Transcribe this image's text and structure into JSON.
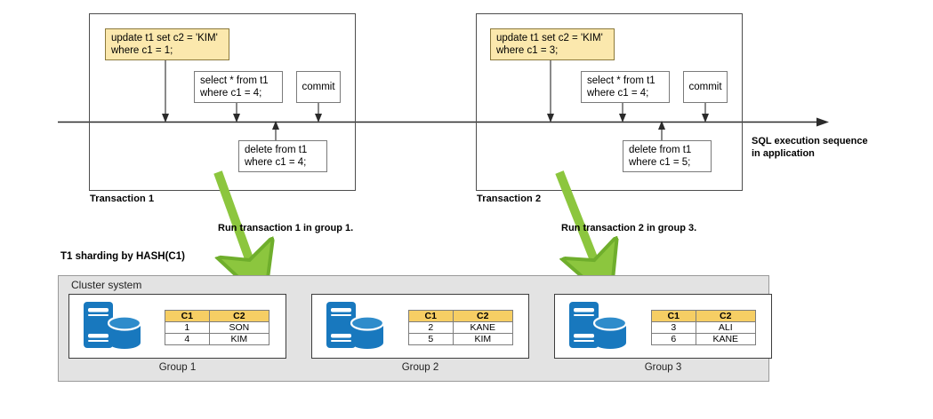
{
  "diagram": {
    "axis_caption_line1": "SQL execution sequence",
    "axis_caption_line2": "in application",
    "shard_caption": "T1 sharding by HASH(C1)",
    "cluster_title": "Cluster system"
  },
  "transactions": [
    {
      "label": "Transaction 1",
      "update_stmt": "update t1 set c2 = 'KIM'\nwhere c1 = 1;",
      "select_stmt": "select * from t1\nwhere c1 = 4;",
      "commit_stmt": "commit",
      "delete_stmt": "delete from t1\nwhere c1 = 4;",
      "annotation": "Run transaction 1 in group 1."
    },
    {
      "label": "Transaction 2",
      "update_stmt": "update t1 set c2 = 'KIM'\nwhere c1 = 3;",
      "select_stmt": "select * from t1\nwhere c1 = 4;",
      "commit_stmt": "commit",
      "delete_stmt": "delete from t1\nwhere c1 = 5;",
      "annotation": "Run transaction 2 in group 3."
    }
  ],
  "groups": [
    {
      "label": "Group 1",
      "columns": [
        "C1",
        "C2"
      ],
      "rows": [
        [
          "1",
          "SON"
        ],
        [
          "4",
          "KIM"
        ]
      ]
    },
    {
      "label": "Group 2",
      "columns": [
        "C1",
        "C2"
      ],
      "rows": [
        [
          "2",
          "KANE"
        ],
        [
          "5",
          "KIM"
        ]
      ]
    },
    {
      "label": "Group 3",
      "columns": [
        "C1",
        "C2"
      ],
      "rows": [
        [
          "3",
          "ALI"
        ],
        [
          "6",
          "KANE"
        ]
      ]
    }
  ],
  "colors": {
    "update_box_fill": "#fbe8ad",
    "table_header_fill": "#f6ce64",
    "cluster_fill": "#e3e3e3",
    "db_icon_blue": "#1878be",
    "arrow_green": "#8cc63e"
  }
}
